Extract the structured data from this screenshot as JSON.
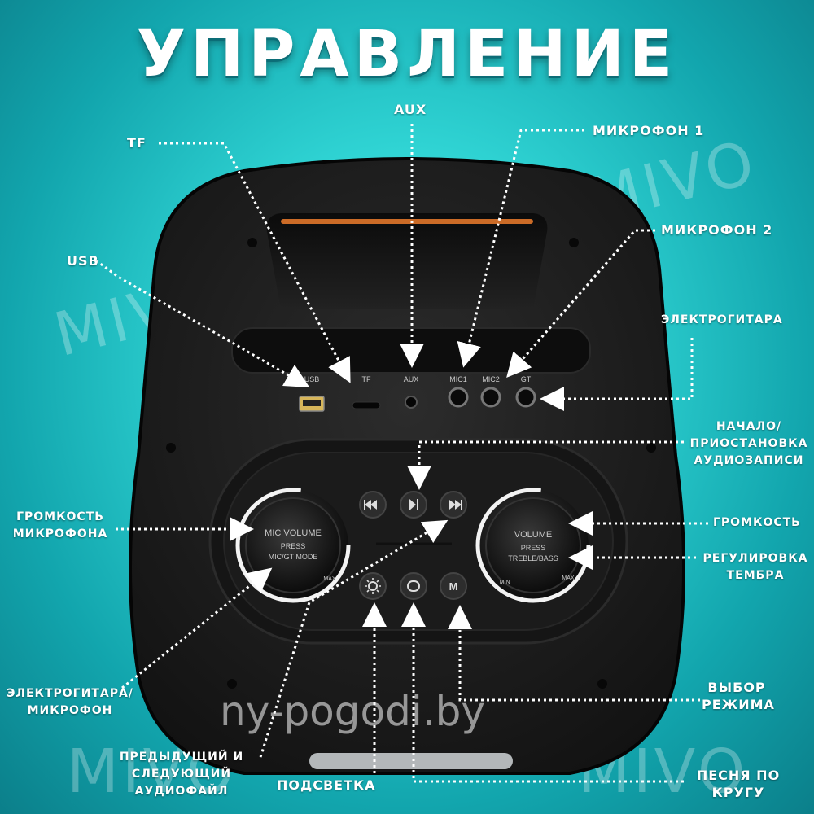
{
  "title": "УПРАВЛЕНИЕ",
  "watermarks": [
    "MIVO",
    "MIVO",
    "MIVO",
    "MIVO"
  ],
  "site_watermark": "ny-pogodi.by",
  "labels": {
    "aux": "AUX",
    "tf": "TF",
    "mic1": "МИКРОФОН 1",
    "mic2": "МИКРОФОН 2",
    "usb": "USB",
    "guitar": "ЭЛЕКТРОГИТАРА",
    "play_pause": [
      "НАЧАЛО/",
      "ПРИОСТАНОВКА",
      "АУДИОЗАПИСИ"
    ],
    "mic_volume": [
      "ГРОМКОСТЬ",
      "МИКРОФОНА"
    ],
    "volume": "ГРОМКОСТЬ",
    "tone": [
      "РЕГУЛИРОВКА",
      "ТЕМБРА"
    ],
    "guitar_mic": [
      "ЭЛЕКТРОГИТАРА/",
      "МИКРОФОН"
    ],
    "mode": [
      "ВЫБОР",
      "РЕЖИМА"
    ],
    "prev_next": [
      "ПРЕДЫДУЩИЙ И",
      "СЛЕДУЮЩИЙ",
      "АУДИОФАЙЛ"
    ],
    "light": "ПОДСВЕТКА",
    "repeat": [
      "ПЕСНЯ ПО",
      "КРУГУ"
    ]
  },
  "panel": {
    "ports": [
      "USB",
      "TF",
      "AUX",
      "MIC1",
      "MIC2",
      "GT"
    ],
    "mic_knob": [
      "MIC VOLUME",
      "PRESS",
      "MIC/GT MODE"
    ],
    "vol_knob": [
      "VOLUME",
      "PRESS",
      "TREBLE/BASS"
    ],
    "min": "MIN",
    "max": "MAX",
    "buttons_top": [
      "prev-icon",
      "play-pause-icon",
      "next-icon"
    ],
    "buttons_bottom": [
      "light-icon",
      "repeat-icon",
      "mode-icon"
    ],
    "mode_letter": "M"
  },
  "colors": {
    "accent": "#2fd3d3",
    "device": "#1b1b1b",
    "led_orange": "#e0762a"
  }
}
